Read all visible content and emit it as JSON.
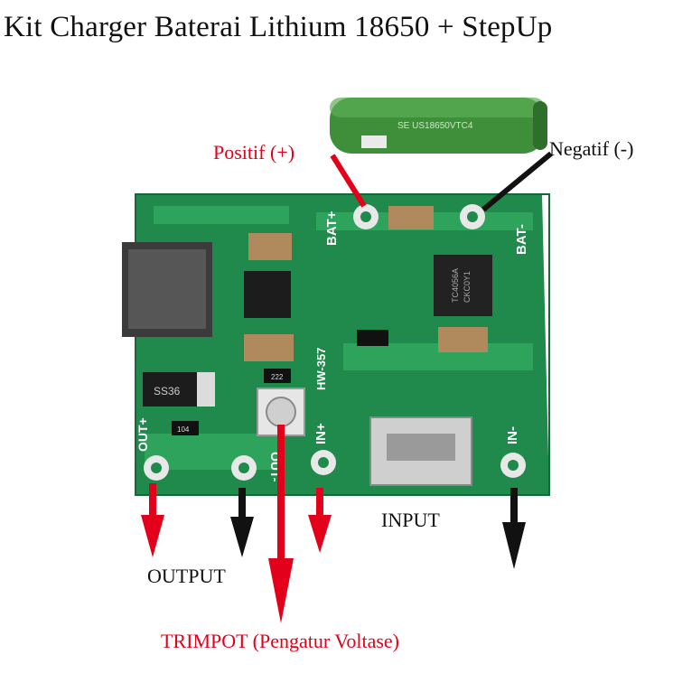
{
  "title": "Kit Charger Baterai Lithium 18650 + StepUp",
  "labels": {
    "positif": "Positif (+)",
    "negatif": "Negatif (-)",
    "input": "INPUT",
    "output": "OUTPUT",
    "trimpot": "TRIMPOT (Pengatur Voltase)"
  },
  "board_text": {
    "bat_plus": "BAT+",
    "bat_minus": "BAT-",
    "in_plus": "IN+",
    "in_minus": "IN-",
    "out_plus": "OUT+",
    "out_minus": "OUT-",
    "model": "HW-357",
    "chip": "TC4056A",
    "chip_line2": "CKC0Y1",
    "diode": "SS36",
    "res_222": "222",
    "res_104": "104"
  },
  "battery_text": "SE US18650VTC4",
  "colors": {
    "pcb": "#1f8a4c",
    "pcb_light": "#2ea35c",
    "pad": "#e8e8e8",
    "battery": "#3f8f3a",
    "arrow_red": "#e2001a",
    "arrow_black": "#111111"
  }
}
